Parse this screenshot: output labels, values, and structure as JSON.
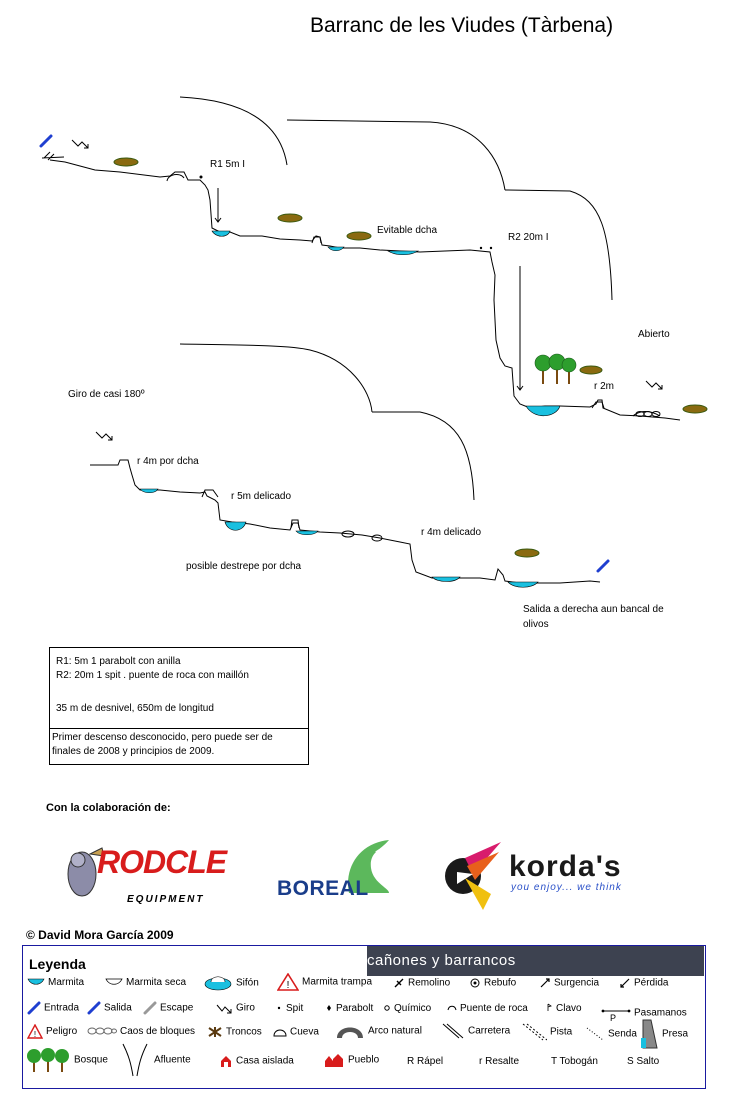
{
  "title": "Barranc de les Viudes (Tàrbena)",
  "labels": {
    "r1": "R1   5m   I",
    "evitable": "Evitable dcha",
    "r2": "R2  20m I",
    "abierto": "Abierto",
    "r2m": "r 2m",
    "giro": "Giro de casi 180º",
    "r4_dcha": "r 4m por dcha",
    "r5": "r 5m delicado",
    "r4_delicado": "r 4m delicado",
    "destrepe": "posible destrepe por dcha",
    "salida_1": "Salida a derecha aun bancal de",
    "salida_2": "olivos"
  },
  "info_box": {
    "r1": "R1:  5m   1 parabolt con anilla",
    "r2": "R2:  20m 1 spit . puente de roca con maillón",
    "desnivel": "35 m de desnivel, 650m de longitud",
    "primer_1": "Primer descenso desconocido, pero puede ser de",
    "primer_2": "finales de 2008 y principios de 2009."
  },
  "collab_title": "Con la colaboración de:",
  "sponsors": {
    "rodcle": "RODCLE",
    "rodcle_sub": "EQUIPMENT",
    "boreal": "BOREAL",
    "kordas": "korda's",
    "kordas_sub": "you enjoy... we think"
  },
  "copyright": "© David Mora García 2009",
  "legend": {
    "title": "Leyenda",
    "banner": "cañones y barrancos",
    "items": {
      "marmita": "Marmita",
      "marmita_seca": "Marmita seca",
      "sifon": "Sifón",
      "marmita_trampa": "Marmita trampa",
      "remolino": "Remolino",
      "rebufo": "Rebufo",
      "surgencia": "Surgencia",
      "perdida": "Pérdida",
      "entrada": "Entrada",
      "salida": "Salida",
      "escape": "Escape",
      "giro": "Giro",
      "spit": "Spit",
      "parabolt": "Parabolt",
      "quimico": "Químico",
      "puente_roca": "Puente de roca",
      "clavo": "Clavo",
      "pasamanos": "Pasamanos",
      "peligro": "Peligro",
      "caos": "Caos de bloques",
      "troncos": "Troncos",
      "cueva": "Cueva",
      "arco": "Arco natural",
      "carretera": "Carretera",
      "pista": "Pista",
      "senda": "Senda",
      "presa": "Presa",
      "bosque": "Bosque",
      "afluente": "Afluente",
      "casa": "Casa aislada",
      "pueblo": "Pueblo",
      "rapel": "R Rápel",
      "resalte": "r Resalte",
      "tobogan": "T Tobogán",
      "salto": "S Salto"
    }
  },
  "colors": {
    "water": "#19c0e0",
    "bush": "#8a6a10",
    "green": "#2d9e2d",
    "entry": "#1f3fd0",
    "rodcle_red": "#d81c1c",
    "boreal_green": "#5cb85c",
    "boreal_blue": "#1a3d8a",
    "legend_border": "#1a1aa0"
  }
}
